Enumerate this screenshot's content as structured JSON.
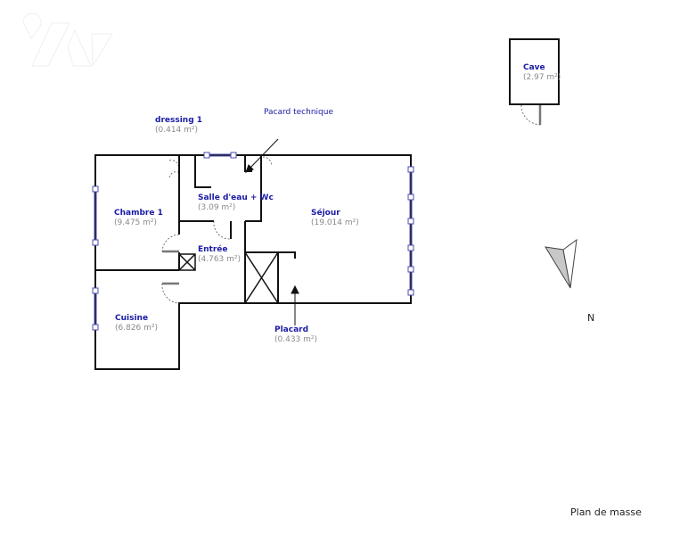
{
  "rooms": [
    {
      "name": "dressing 1",
      "area": "(0.414 m²)"
    },
    {
      "name": "Salle d'eau + Wc",
      "area": "(3.09 m²)"
    },
    {
      "name": "Chambre 1",
      "area": "(9.475 m²)"
    },
    {
      "name": "Séjour",
      "area": "(19.014 m²)"
    },
    {
      "name": "Entrée",
      "area": "(4.763 m²)"
    },
    {
      "name": "Cuisine",
      "area": "(6.826 m²)"
    },
    {
      "name": "Placard",
      "area": "(0.433 m²)"
    },
    {
      "name": "Cave",
      "area": "(2.97 m²)"
    }
  ],
  "annotations": {
    "pacard_technique": "Pacard technique"
  },
  "compass": {
    "label": "N"
  },
  "footer": {
    "title": "Plan de masse"
  },
  "colors": {
    "room_name": "#1a1aa6",
    "area": "#8a8a8a",
    "wall": "#111111",
    "window": "#4b4bb0"
  }
}
